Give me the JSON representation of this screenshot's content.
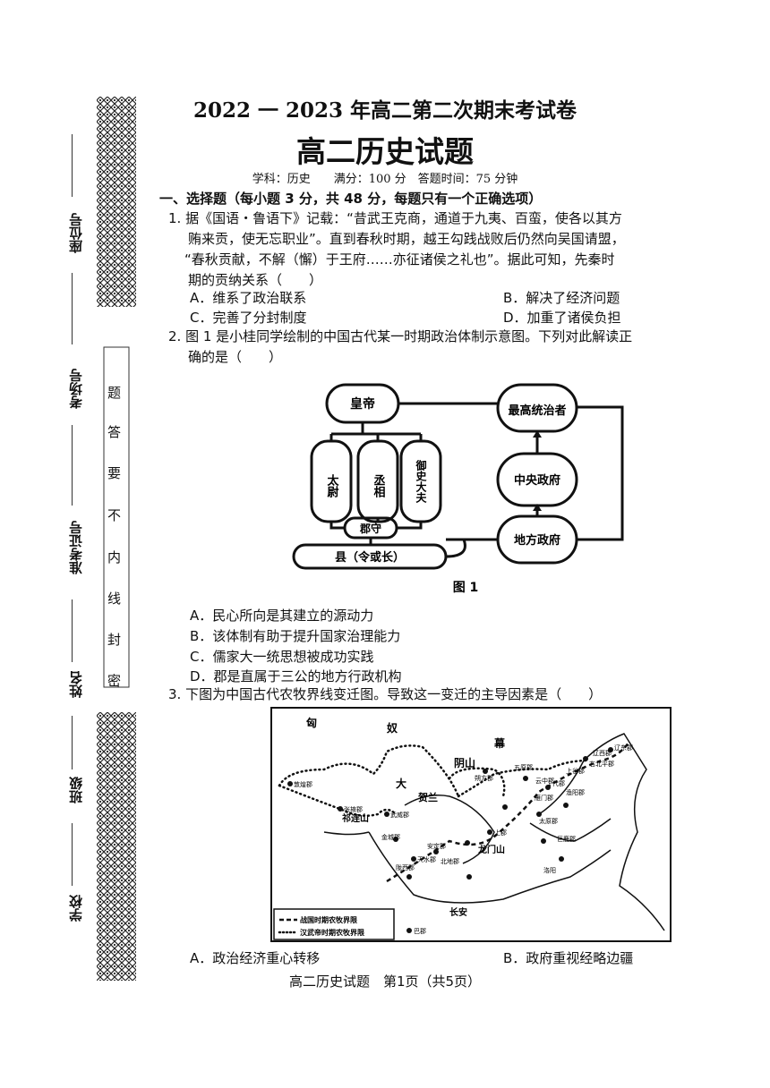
{
  "binding": {
    "seat_no": "座位号",
    "exam_room": "考场号",
    "ticket_no": "准考证号",
    "name": "姓名",
    "class": "班级",
    "school": "学校",
    "seal_chars": [
      "题",
      "答",
      "要",
      "不",
      "内",
      "线",
      "封",
      "密"
    ]
  },
  "header": {
    "title": "2022 一 2023 年高二第二次期末考试卷",
    "subject_title": "高二历史试题",
    "meta": "学科：历史　　满分：100 分　答题时间：75 分钟"
  },
  "section1": "一、选择题（每小题 3 分，共 48 分，每题只有一个正确选项）",
  "q1": {
    "lines": [
      "1. 据《国语・鲁语下》记载：“昔武王克商，通道于九夷、百蛮，使各以其方",
      "贿来贡，使无忘职业”。直到春秋时期，越王勾践战败后仍然向吴国请盟，",
      "“春秋贡献，不解（懈）于王府……亦征诸侯之礼也”。据此可知，先秦时",
      "期的贡纳关系（　　）"
    ],
    "A": "A．维系了政治联系",
    "B": "B．解决了经济问题",
    "C": "C．完善了分封制度",
    "D": "D．加重了诸侯负担"
  },
  "q2": {
    "lines": [
      "2. 图 1 是小桂同学绘制的中国古代某一时期政治体制示意图。下列对此解读正",
      "确的是（　　）"
    ],
    "diagram": {
      "emperor": "皇帝",
      "taiwei": "太尉",
      "chengxiang": "丞相",
      "yushi": "御史大夫",
      "junshou": "郡守",
      "xian": "县（令或长）",
      "supreme": "最高统治者",
      "central": "中央政府",
      "local": "地方政府",
      "caption": "图 1"
    },
    "A": "A．民心所向是其建立的源动力",
    "B": "B．该体制有助于提升国家治理能力",
    "C": "C．儒家大一统思想被成功实践",
    "D": "D．郡是直属于三公的地方行政机构"
  },
  "q3": {
    "line": "3. 下图为中国古代农牧界线变迁图。导致这一变迁的主导因素是（　　）",
    "map": {
      "xiongnu1": "匈",
      "xiongnu2": "奴",
      "mu": "幕",
      "yin_shan": "阴山",
      "helan": "贺兰",
      "qilian": "祁连山",
      "da": "大",
      "chang_an": "长安",
      "longmen": "龙门山",
      "legend_war": "战国时期农牧界限",
      "legend_han": "汉武帝时期农牧界限",
      "places": [
        "敦煌郡",
        "张掖郡",
        "武威郡",
        "金城郡",
        "天水郡",
        "安定郡",
        "北地郡",
        "陇西郡",
        "朔方郡",
        "五原郡",
        "云中郡",
        "雁门郡",
        "代郡",
        "上谷郡",
        "右北平郡",
        "辽西郡",
        "辽东郡",
        "上郡",
        "太原郡",
        "巨鹿郡",
        "渔阳郡",
        "洛阳",
        "巴郡"
      ]
    },
    "A": "A．政治经济重心转移",
    "B": "B．政府重视经略边疆"
  },
  "footer": "高二历史试题　第1页（共5页）"
}
